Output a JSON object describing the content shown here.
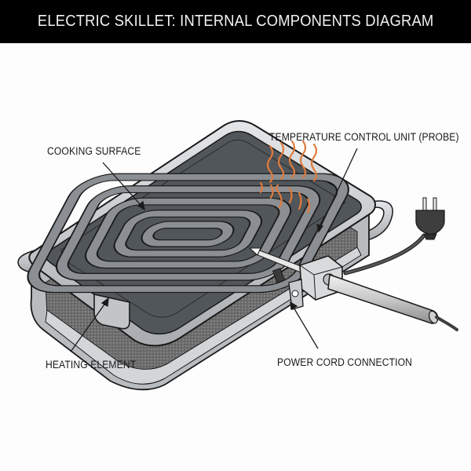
{
  "header": {
    "title": "ELECTRIC SKILLET: INTERNAL COMPONENTS DIAGRAM"
  },
  "diagram": {
    "subject": "Electric skillet (cutaway)",
    "labels": [
      {
        "id": "cooking_surface",
        "text": "COOKING SURFACE"
      },
      {
        "id": "temperature_control",
        "text": "TEMPERATURE CONTROL UNIT (PROBE)"
      },
      {
        "id": "heating_element",
        "text": "HEATING ELEMENT"
      },
      {
        "id": "power_cord",
        "text": "POWER CORD CONNECTION"
      }
    ],
    "components": [
      {
        "name": "pan-body",
        "icon": "skillet-icon"
      },
      {
        "name": "spiral-heating-coil",
        "icon": "coil-icon"
      },
      {
        "name": "heat-waves",
        "icon": "heat-icon"
      },
      {
        "name": "temperature-probe",
        "icon": "probe-icon"
      },
      {
        "name": "power-plug",
        "icon": "plug-icon"
      }
    ],
    "colors": {
      "title_bg": "#000000",
      "title_text": "#f2f2f2",
      "pan_dark": "#555a5e",
      "pan_rim": "#c9ccce",
      "coil": "#8b8f93",
      "heat_waves": "#e07b3c",
      "outline": "#1a1a1a"
    }
  }
}
